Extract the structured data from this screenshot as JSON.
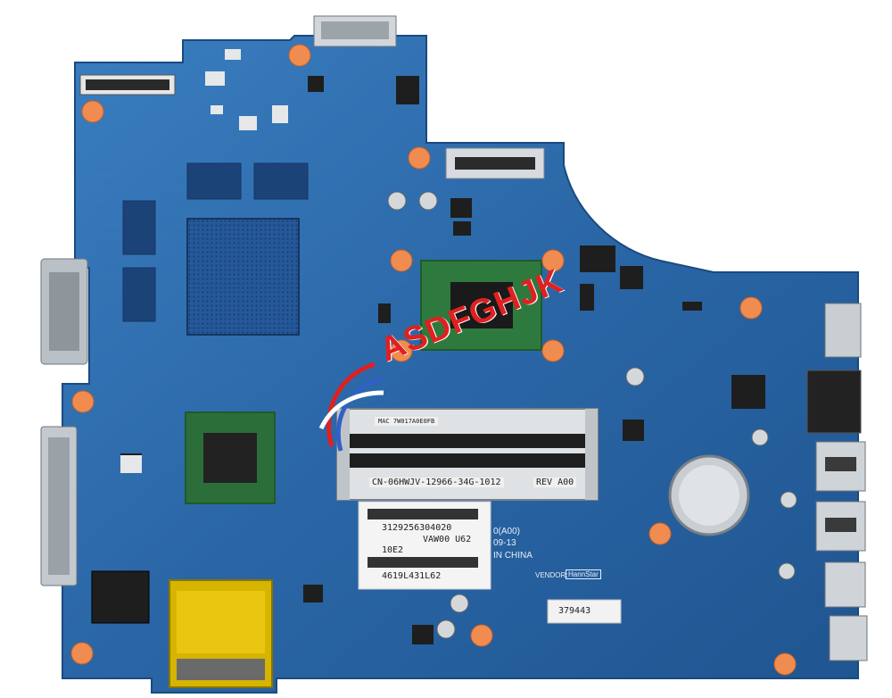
{
  "photo": {
    "subject": "laptop motherboard",
    "colors": {
      "pcb": "#2a66a6",
      "pcb_dark": "#1d4f87",
      "pcb_light": "#3a7ec0",
      "mount_pad": "#f08c50",
      "gold": "#e2b800",
      "metal": "#cfd4d8",
      "watermark": "#e02020"
    }
  },
  "watermark": {
    "text": "ASDFGHJK"
  },
  "stickers": {
    "dimm_top": {
      "text": "MAC 7W017A0E0FB"
    },
    "dimm_bottom": {
      "left": "CN-06HWJV-12966-34G-1012",
      "right": "REV A00"
    },
    "serial_label": {
      "line1": "3129256304020",
      "line2": "VAW00 U62",
      "line3": "10E2",
      "line4": "4619L431L62"
    },
    "small_label": {
      "text": "379443"
    }
  },
  "silkscreen": {
    "rev": "0(A00)",
    "date": "09-13",
    "made_in": "IN CHINA",
    "vendor_label": "VENDOR:",
    "vendor_value": "HannStar"
  }
}
